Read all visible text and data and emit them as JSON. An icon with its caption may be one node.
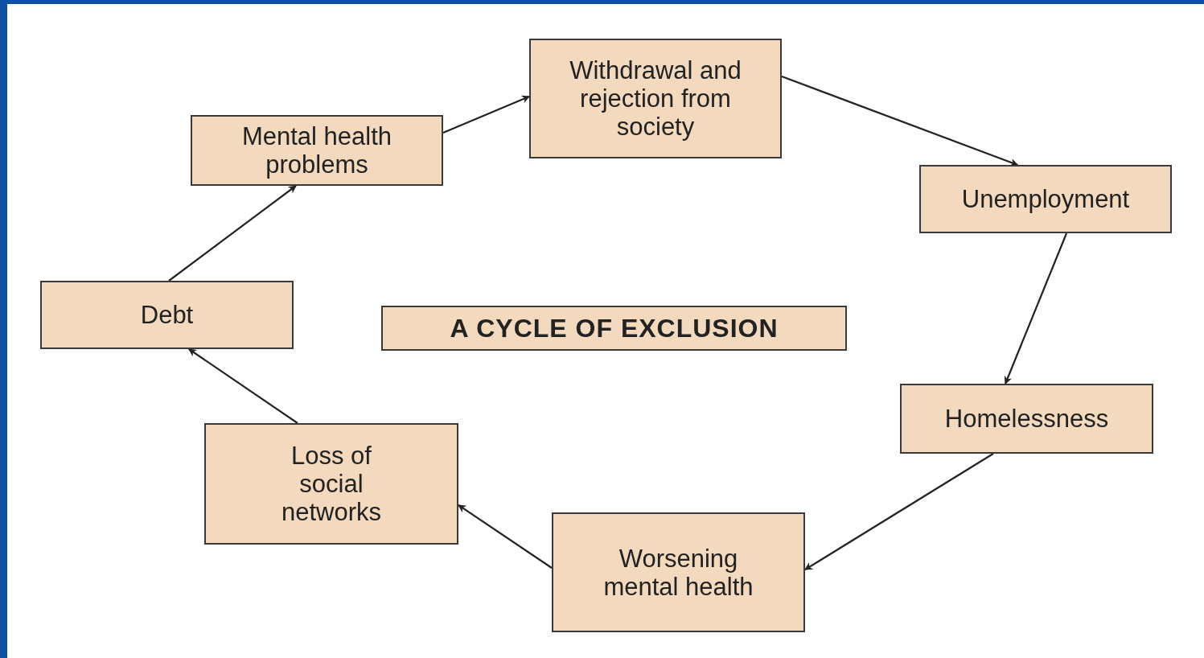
{
  "diagram": {
    "nodes": [
      {
        "text": [
          "Mental health problems"
        ]
      },
      {
        "text": [
          "Withdrawal and rejection from society"
        ]
      },
      {
        "text": [
          "Unemployment"
        ]
      },
      {
        "text": [
          "Homelessness"
        ]
      },
      {
        "text": [
          "Worsening mental health"
        ]
      },
      {
        "text": [
          "Loss of social networks"
        ]
      },
      {
        "text": [
          "Debt"
        ]
      },
      {
        "text": [
          "A CYCLE OF EXCLUSION"
        ]
      }
    ],
    "edges": [
      {
        "from": 0,
        "to": 1,
        "arrow": "to"
      },
      {
        "from": 1,
        "to": 2,
        "arrow": "to"
      },
      {
        "from": 2,
        "to": 3,
        "arrow": "to"
      },
      {
        "from": 3,
        "to": 4,
        "arrow": "to"
      },
      {
        "from": 4,
        "to": 5,
        "arrow": "to"
      },
      {
        "from": 5,
        "to": 6,
        "arrow": "to"
      },
      {
        "from": 6,
        "to": 0,
        "arrow": "to"
      }
    ]
  }
}
